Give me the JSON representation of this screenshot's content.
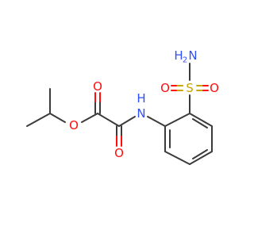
{
  "colors": {
    "carbon_bond": "#3b3b3b",
    "oxygen": "#ff0d0d",
    "nitrogen": "#3050f8",
    "sulfur": "#c8a600"
  },
  "atoms": {
    "o_ester": "O",
    "o_carbonyl_top": "O",
    "o_carbonyl_bottom": "O",
    "n_amide": "N",
    "h_amide": "H",
    "s_sulfonyl": "S",
    "o_sulfonyl_left": "O",
    "o_sulfonyl_right": "O",
    "n_sulfonamide": "N",
    "h2_sulfonamide": "H",
    "sub2": "2"
  }
}
